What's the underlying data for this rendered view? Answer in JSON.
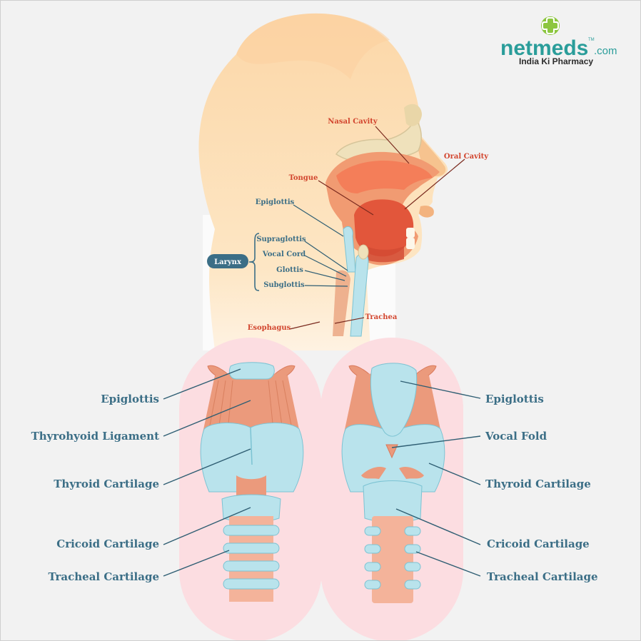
{
  "brand": {
    "name_net": "net",
    "name_meds": "meds",
    "tld": ".com",
    "tm": "TM",
    "tagline": "India Ki Pharmacy",
    "colors": {
      "teal": "#2a9d9a",
      "green": "#8cc63f"
    }
  },
  "head_labels": {
    "nasal_cavity": "Nasal Cavity",
    "oral_cavity": "Oral Cavity",
    "tongue": "Tongue",
    "epiglottis": "Epiglottis",
    "larynx": "Larynx",
    "supraglottis": "Supraglottis",
    "vocal_cord": "Vocal Cord",
    "glottis": "Glottis",
    "subglottis": "Subglottis",
    "esophagus": "Esophagus",
    "trachea": "Trachea"
  },
  "front_view_labels": {
    "epiglottis": "Epiglottis",
    "thyrohyoid_ligament": "Thyrohyoid Ligament",
    "thyroid_cartilage": "Thyroid Cartilage",
    "cricoid_cartilage": "Cricoid Cartilage",
    "tracheal_cartilage": "Tracheal Cartilage"
  },
  "back_view_labels": {
    "epiglottis": "Epiglottis",
    "vocal_fold": "Vocal Fold",
    "thyroid_cartilage": "Thyroid Cartilage",
    "cricoid_cartilage": "Cricoid Cartilage",
    "tracheal_cartilage": "Tracheal Cartilage"
  },
  "colors": {
    "skin": "#fcd7a8",
    "label_red": "#d2452e",
    "label_blue": "#3b6e86",
    "cartilage": "#b9e3ec",
    "muscle": "#eb9a7c",
    "panel_pink": "#fcdde1"
  }
}
